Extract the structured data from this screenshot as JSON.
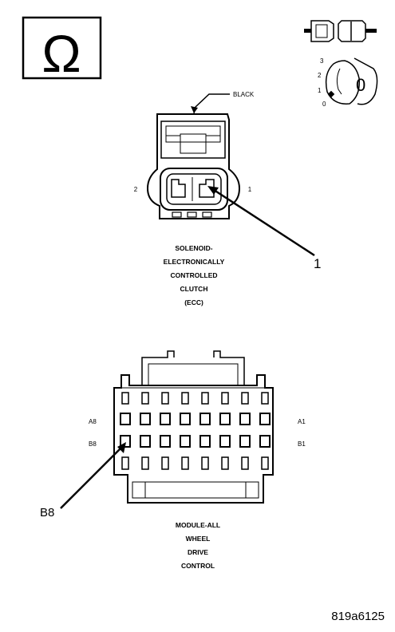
{
  "ohm_symbol": "Ω",
  "ignition_key": {
    "positions": [
      "3",
      "2",
      "1",
      "0"
    ],
    "key_label": "0"
  },
  "connector_ecc": {
    "color_label": "BLACK",
    "pin_left": "2",
    "pin_right": "1",
    "callout": "1",
    "caption_lines": [
      "SOLENOID-",
      "ELECTRONICALLY",
      "CONTROLLED",
      "CLUTCH",
      "(ECC)"
    ]
  },
  "connector_awd": {
    "label_a8": "A8",
    "label_b8": "B8",
    "label_a1": "A1",
    "label_b1": "B1",
    "callout": "B8",
    "caption_lines": [
      "MODULE-ALL",
      "WHEEL",
      "DRIVE",
      "CONTROL"
    ]
  },
  "figure_id": "819a6125"
}
